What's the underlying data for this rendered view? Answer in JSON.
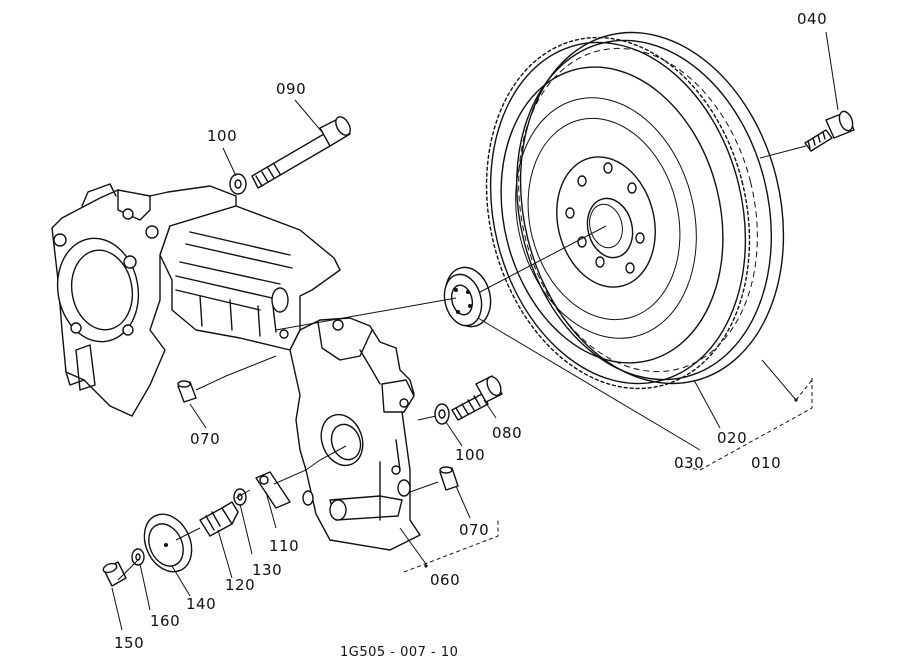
{
  "labels": {
    "p010": "010",
    "p020": "020",
    "p030": "030",
    "p040": "040",
    "p060": "060",
    "p070a": "070",
    "p070b": "070",
    "p080": "080",
    "p090": "090",
    "p100a": "100",
    "p100b": "100",
    "p110": "110",
    "p120": "120",
    "p130": "130",
    "p140": "140",
    "p150": "150",
    "p160": "160"
  },
  "drawing_code": "1G505 - 007 - 10"
}
